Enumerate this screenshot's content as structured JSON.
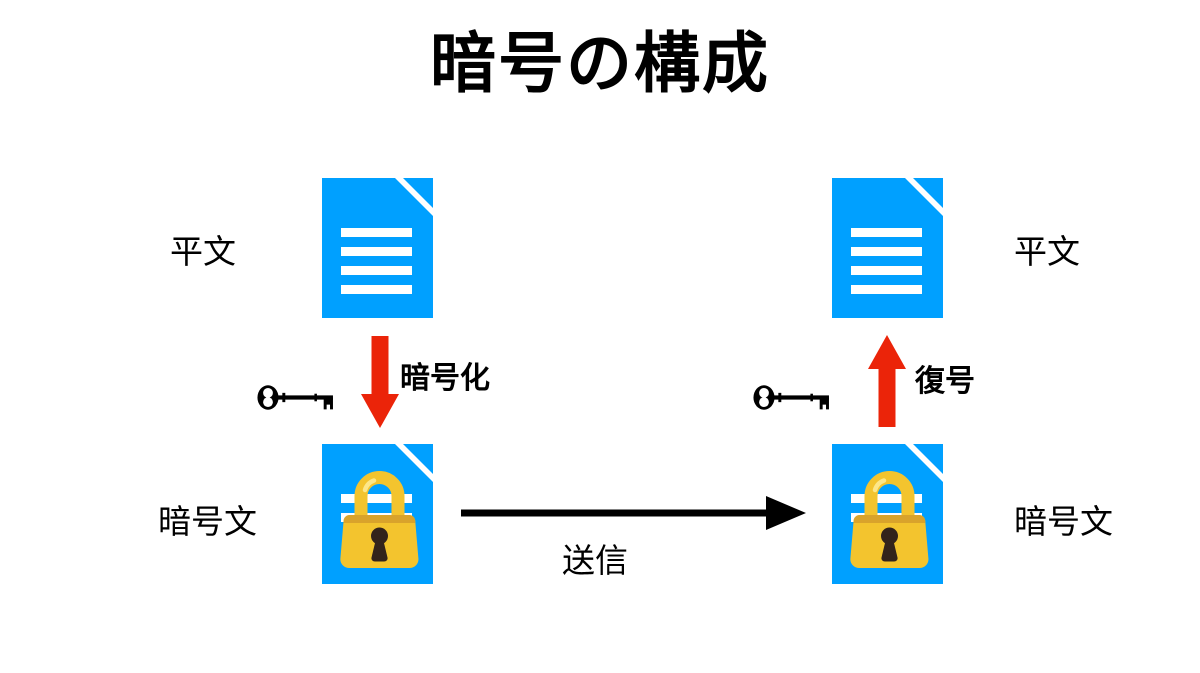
{
  "title": "暗号の構成",
  "colors": {
    "document_blue": "#00A0FF",
    "arrow_red": "#EB2409",
    "lock_yellow": "#F3C42E",
    "lock_shade": "#D9A32B",
    "keyhole_dark": "#33231B",
    "ink_black": "#000000"
  },
  "left_flow": {
    "plaintext_label": "平文",
    "process_label": "暗号化",
    "ciphertext_label": "暗号文",
    "key_icon": "key-icon",
    "arrow_icon": "arrow-down-icon"
  },
  "right_flow": {
    "plaintext_label": "平文",
    "process_label": "復号",
    "ciphertext_label": "暗号文",
    "key_icon": "key-icon",
    "arrow_icon": "arrow-up-icon"
  },
  "transfer": {
    "label": "送信",
    "arrow_icon": "arrow-right-icon"
  },
  "icons": {
    "plain_document": "document-icon",
    "cipher_document": "locked-document-icon"
  }
}
